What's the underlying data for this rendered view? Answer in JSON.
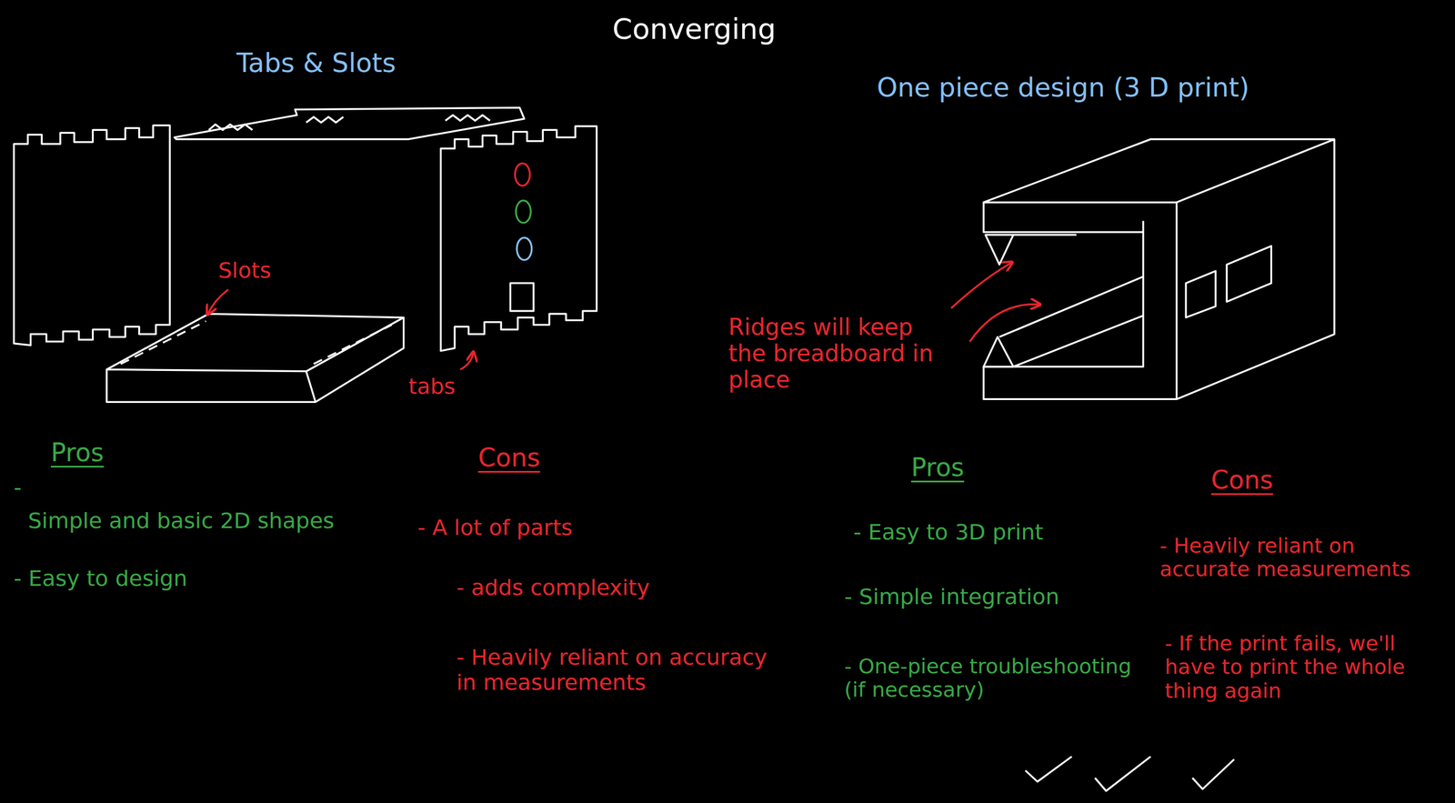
{
  "diagram": {
    "title": "Converging",
    "labels": [
      "Tabs & Slots",
      "One piece design (3 D print)",
      "Slots",
      "tabs",
      "Ridges will keep the breadboard in place",
      "Pros",
      "-",
      "Simple and basic 2D shapes",
      "- Easy to design",
      "Cons",
      "- A lot of parts",
      "- adds complexity",
      "- Heavily reliant on accuracy in measurements",
      "Pros",
      "- Easy to 3D print",
      "- Simple integration",
      "- One-piece troubleshooting (if necessary)",
      "Cons",
      "- Heavily reliant on accurate measurements",
      "- If the print fails, we'll have to print the whole thing again"
    ]
  }
}
